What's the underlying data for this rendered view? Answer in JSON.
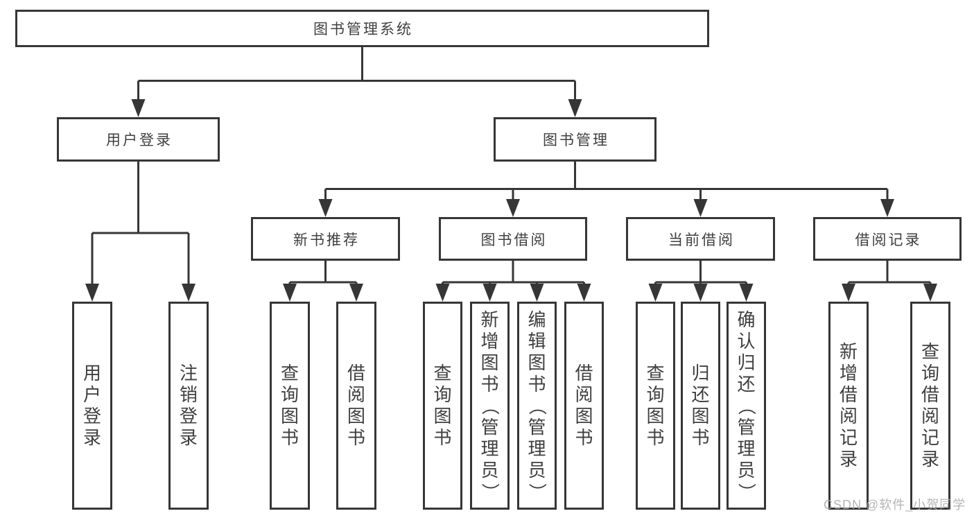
{
  "diagram_title": "图书管理系统",
  "tree": {
    "label": "图书管理系统",
    "children": [
      {
        "label": "用户登录",
        "children": [
          {
            "label": "用户登录"
          },
          {
            "label": "注销登录"
          }
        ]
      },
      {
        "label": "图书管理",
        "children": [
          {
            "label": "新书推荐",
            "children": [
              {
                "label": "查询图书"
              },
              {
                "label": "借阅图书"
              }
            ]
          },
          {
            "label": "图书借阅",
            "children": [
              {
                "label": "查询图书"
              },
              {
                "label": "新增图书（管理员）"
              },
              {
                "label": "编辑图书（管理员）"
              },
              {
                "label": "借阅图书"
              }
            ]
          },
          {
            "label": "当前借阅",
            "children": [
              {
                "label": "查询图书"
              },
              {
                "label": "归还图书"
              },
              {
                "label": "确认归还（管理员）"
              }
            ]
          },
          {
            "label": "借阅记录",
            "children": [
              {
                "label": "新增借阅记录"
              },
              {
                "label": "查询借阅记录"
              }
            ]
          }
        ]
      }
    ]
  },
  "watermark": {
    "text": "CSDN @软件_小贺同学"
  },
  "colors": {
    "line": "#363636",
    "box_border": "#363636",
    "box_fill": "#ffffff",
    "text": "#3f3f3f",
    "watermark": "#a8a8a8",
    "background": "#ffffff"
  }
}
